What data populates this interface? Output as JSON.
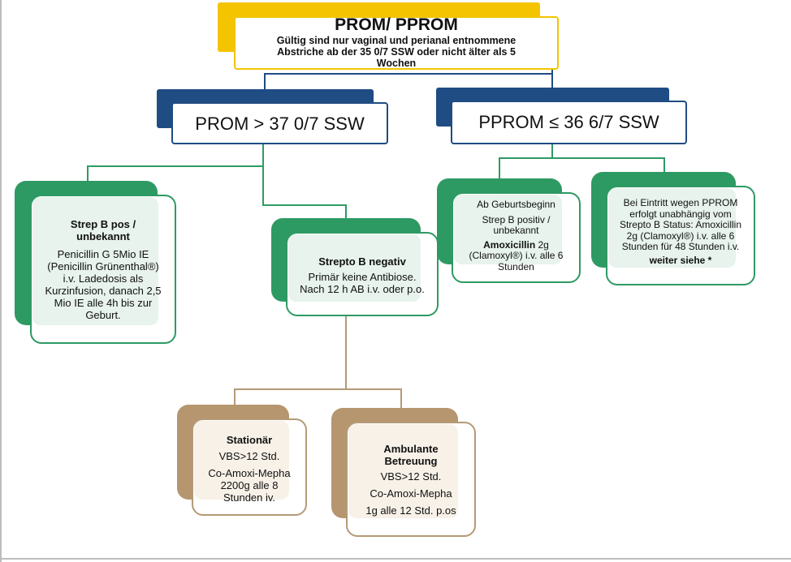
{
  "title": {
    "heading": "PROM/ PPROM",
    "note_line1": "Gültig sind nur vaginal und perianal entnommene",
    "note_line2": "Abstriche ab der 35 0/7  SSW  oder nicht älter als 5",
    "note_line3": "Wochen"
  },
  "prom": {
    "label": "PROM > 37 0/7 SSW"
  },
  "pprom": {
    "label": "PPROM ≤ 36 6/7 SSW"
  },
  "strep_pos": {
    "heading_line1": "Strep B pos /",
    "heading_line2": "unbekannt",
    "line1": "Penicillin  G 5Mio IE",
    "line2": "(Penicillin Grünenthal®)",
    "line3": "i.v. Ladedosis als",
    "line4": "Kurzinfusion, danach 2,5",
    "line5": "Mio IE  alle 4h bis zur",
    "line6": "Geburt."
  },
  "strep_neg": {
    "heading": "Strepto B negativ",
    "line1": "Primär keine Antibiose.",
    "line2": "Nach  12 h AB i.v. oder p.o."
  },
  "stationaer": {
    "heading": "Stationär",
    "line1": "VBS>12  Std.",
    "line2": "Co-Amoxi-Mepha",
    "line3": "2200g alle 8",
    "line4": "Stunden iv."
  },
  "ambulant": {
    "heading_line1": "Ambulante",
    "heading_line2": "Betreuung",
    "line1": "VBS>12  Std.",
    "line2": "Co-Amoxi-Mepha",
    "line3": "1g alle 12 Std.  p.os"
  },
  "geburtsbeginn": {
    "line1": "Ab Geburtsbeginn",
    "line2": "Strep B positiv /",
    "line3": "unbekannt",
    "drug": "Amoxicillin",
    "dose": " 2g",
    "line4": "(Clamoxyl®) i.v.  alle 6",
    "line5": "Stunden"
  },
  "eintritt": {
    "line1": "Bei Eintritt wegen PPROM",
    "line2": "erfolgt  unabhängig  vom",
    "line3": "Strepto B Status: Amoxicillin",
    "line4": "2g (Clamoxyl®) i.v.  alle 6",
    "line5": "Stunden für 48 Stunden i.v.",
    "more": "weiter siehe *"
  },
  "colors": {
    "gold": "#f5c400",
    "navy": "#1f4c82",
    "green": "#2e9a63",
    "mint": "#e7f3ec",
    "tan": "#b5966e",
    "cream": "#f7f1e8"
  }
}
